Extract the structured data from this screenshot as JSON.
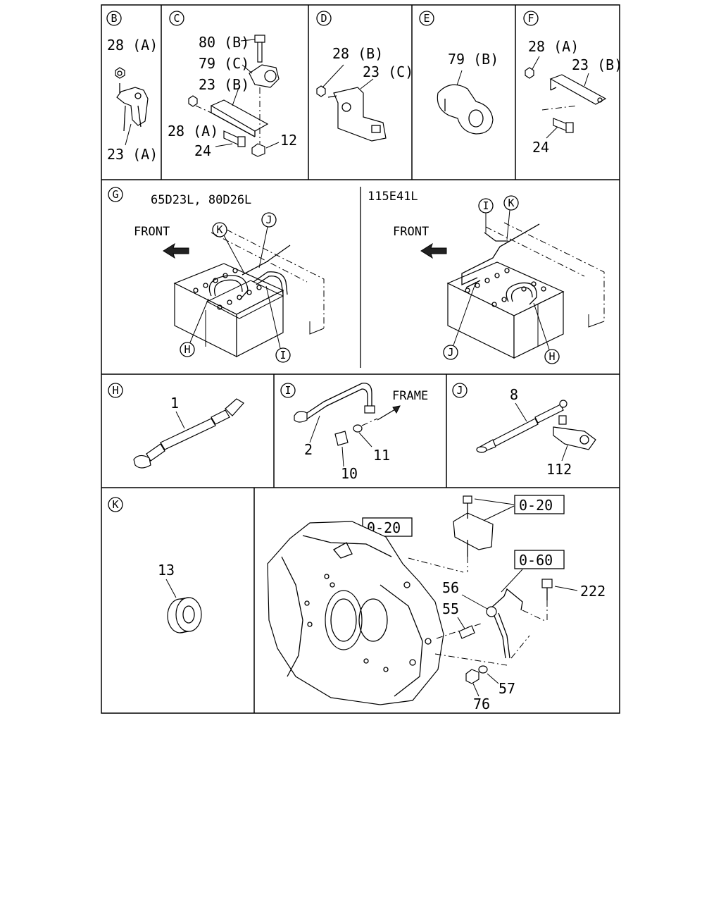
{
  "sections": {
    "B": {
      "key": "B",
      "labels": [
        "28 (A)",
        "23 (A)"
      ]
    },
    "C": {
      "key": "C",
      "labels": [
        "80 (B)",
        "79 (C)",
        "23 (B)",
        "28 (A)",
        "24",
        "12"
      ]
    },
    "D": {
      "key": "D",
      "labels": [
        "28 (B)",
        "23 (C)"
      ]
    },
    "E": {
      "key": "E",
      "labels": [
        "79 (B)"
      ]
    },
    "F": {
      "key": "F",
      "labels": [
        "28 (A)",
        "23 (B)",
        "24"
      ]
    },
    "G": {
      "key": "G",
      "left": {
        "title": "65D23L, 80D26L",
        "front": "FRONT",
        "callouts": [
          "K",
          "J",
          "H",
          "I"
        ]
      },
      "right": {
        "title": "115E41L",
        "front": "FRONT",
        "callouts": [
          "I",
          "K",
          "J",
          "H"
        ]
      }
    },
    "H": {
      "key": "H",
      "labels": [
        "1"
      ]
    },
    "I": {
      "key": "I",
      "labels": [
        "FRAME",
        "2",
        "11",
        "10"
      ]
    },
    "J": {
      "key": "J",
      "labels": [
        "8",
        "112"
      ]
    },
    "K": {
      "key": "K",
      "labels": [
        "13"
      ]
    },
    "main": {
      "refs": [
        "0-20",
        "0-20",
        "0-60"
      ],
      "labels": [
        "56",
        "55",
        "222",
        "57",
        "76"
      ]
    }
  },
  "icons": [
    "front-arrow-icon",
    "frame-arrow-icon"
  ]
}
